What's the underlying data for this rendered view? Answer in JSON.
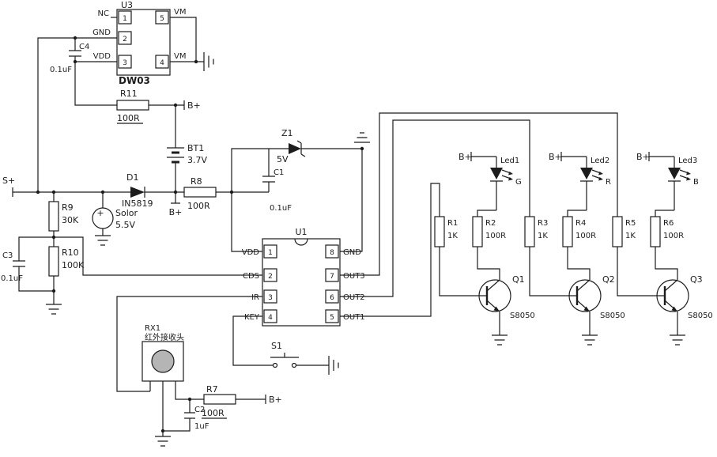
{
  "colors": {
    "line": "#1c1c1c",
    "background": "#ffffff",
    "rx1_lens": "#b5b5b5"
  },
  "u3": {
    "ref": "U3",
    "part": "DW03",
    "pin1": "1",
    "pin2": "2",
    "pin3": "3",
    "pin4": "4",
    "pin5": "5",
    "nc": "NC",
    "gnd": "GND",
    "vdd": "VDD",
    "vm_top": "VM",
    "vm_bot": "VM"
  },
  "c4": {
    "ref": "C4",
    "value": "0.1uF"
  },
  "r11": {
    "ref": "R11",
    "value": "100R",
    "bplus": "B+"
  },
  "bt1": {
    "ref": "BT1",
    "value": "3.7V",
    "bplus": "B+"
  },
  "splus": {
    "label": "S+"
  },
  "r9": {
    "ref": "R9",
    "value": "30K"
  },
  "solar": {
    "ref": "Solor",
    "value": "5.5V",
    "plus": "+"
  },
  "r10": {
    "ref": "R10",
    "value": "100K"
  },
  "c3": {
    "ref": "C3",
    "value": "0.1uF"
  },
  "d1": {
    "ref": "D1",
    "value": "IN5819"
  },
  "r8": {
    "ref": "R8",
    "value": "100R"
  },
  "z1": {
    "ref": "Z1",
    "value": "5V"
  },
  "c1": {
    "ref": "C1",
    "value": "0.1uF"
  },
  "u1": {
    "ref": "U1",
    "pins_left": [
      {
        "num": "1",
        "name": "VDD"
      },
      {
        "num": "2",
        "name": "CDS"
      },
      {
        "num": "3",
        "name": "IR"
      },
      {
        "num": "4",
        "name": "KEY"
      }
    ],
    "pins_right": [
      {
        "num": "8",
        "name": "GND"
      },
      {
        "num": "7",
        "name": "OUT3"
      },
      {
        "num": "6",
        "name": "OUT2"
      },
      {
        "num": "5",
        "name": "OUT1"
      }
    ]
  },
  "rx1": {
    "ref": "RX1",
    "desc": "红外接收头"
  },
  "c2": {
    "ref": "C2",
    "value": "1uF"
  },
  "r7": {
    "ref": "R7",
    "value": "100R",
    "bplus": "B+"
  },
  "s1": {
    "ref": "S1"
  },
  "stages": [
    {
      "bplus": "B+",
      "led": "Led1",
      "letter": "G",
      "rb_ref": "R1",
      "rb_value": "1K",
      "rc_ref": "R2",
      "rc_value": "100R",
      "q_ref": "Q1",
      "q_value": "S8050"
    },
    {
      "bplus": "B+",
      "led": "Led2",
      "letter": "R",
      "rb_ref": "R3",
      "rb_value": "1K",
      "rc_ref": "R4",
      "rc_value": "100R",
      "q_ref": "Q2",
      "q_value": "S8050"
    },
    {
      "bplus": "B+",
      "led": "Led3",
      "letter": "B",
      "rb_ref": "R5",
      "rb_value": "1K",
      "rc_ref": "R6",
      "rc_value": "100R",
      "q_ref": "Q3",
      "q_value": "S8050"
    }
  ]
}
